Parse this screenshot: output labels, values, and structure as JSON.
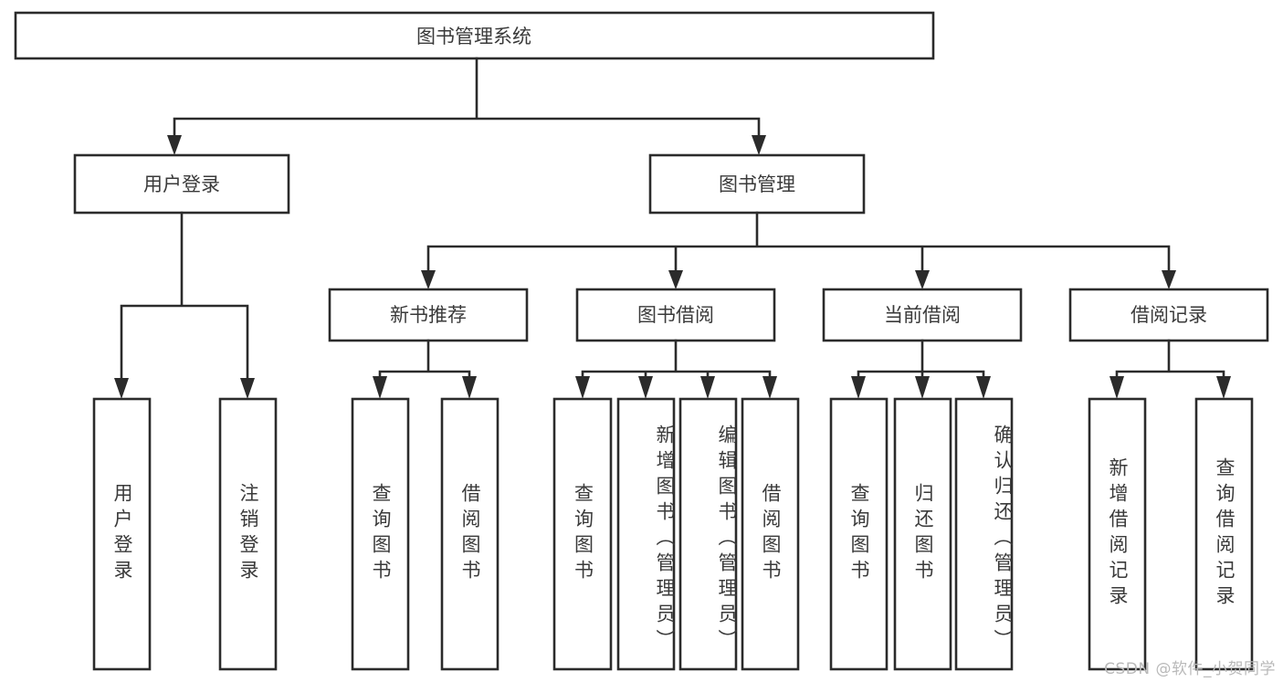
{
  "diagram": {
    "title": "图书管理系统",
    "type": "hierarchy-tree",
    "watermark": "CSDN @软件_小贺同学",
    "colors": {
      "stroke": "#2b2b2b",
      "box_fill": "#ffffff",
      "text": "#3a3a3a",
      "background": "#ffffff",
      "watermark": "#b9b9b9"
    },
    "root": {
      "label": "图书管理系统"
    },
    "level2": [
      {
        "label": "用户登录"
      },
      {
        "label": "图书管理"
      }
    ],
    "level3": [
      {
        "label": "新书推荐"
      },
      {
        "label": "图书借阅"
      },
      {
        "label": "当前借阅"
      },
      {
        "label": "借阅记录"
      }
    ],
    "leaves": {
      "user_login": [
        {
          "label": "用户登录"
        },
        {
          "label": "注销登录"
        }
      ],
      "new_book": [
        {
          "label": "查询图书"
        },
        {
          "label": "借阅图书"
        }
      ],
      "book_borrow": [
        {
          "label": "查询图书"
        },
        {
          "label": "新增图书（管理员）"
        },
        {
          "label": "编辑图书（管理员）"
        },
        {
          "label": "借阅图书"
        }
      ],
      "current_borrow": [
        {
          "label": "查询图书"
        },
        {
          "label": "归还图书"
        },
        {
          "label": "确认归还（管理员）"
        }
      ],
      "borrow_record": [
        {
          "label": "新增借阅记录"
        },
        {
          "label": "查询借阅记录"
        }
      ]
    }
  }
}
